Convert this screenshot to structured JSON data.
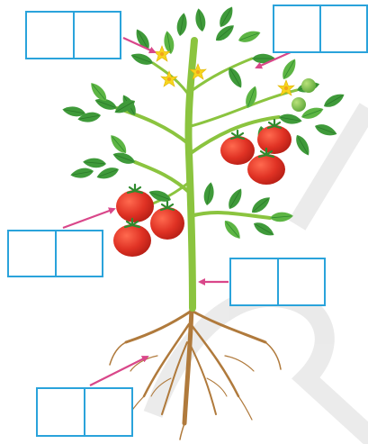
{
  "diagram": {
    "label_boxes": [
      {
        "id": "flower",
        "cells": [
          "",
          ""
        ]
      },
      {
        "id": "leaf",
        "cells": [
          "",
          ""
        ]
      },
      {
        "id": "fruit",
        "cells": [
          "",
          ""
        ]
      },
      {
        "id": "stem",
        "cells": [
          "",
          ""
        ]
      },
      {
        "id": "root",
        "cells": [
          "",
          ""
        ]
      }
    ],
    "colors": {
      "box_border": "#2aa3db",
      "arrow": "#d9478a",
      "stem": "#8bc43f",
      "leaf": "#3f9a3a",
      "leaf_light": "#6cc04a",
      "fruit": "#e03224",
      "fruit_dark": "#b81f16",
      "flower": "#f7d51d",
      "root": "#b07a3c"
    },
    "watermark_text": "DRAFT"
  }
}
